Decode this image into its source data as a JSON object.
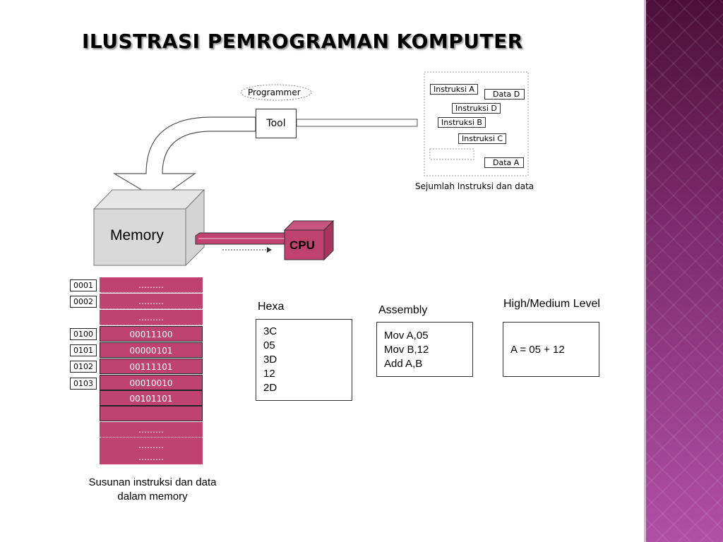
{
  "title": "ILUSTRASI  PEMROGRAMAN KOMPUTER",
  "diagram": {
    "programmer_label": "Programmer",
    "tool_label": "Tool",
    "memory_label": "Memory",
    "cpu_label": "CPU",
    "instructions_caption": "Sejumlah Instruksi dan data",
    "instruction_items": [
      "Instruksi A",
      "Data D",
      "Instruksi D",
      "Instruksi B",
      "Instruksi C",
      "Data A"
    ]
  },
  "memory_table": {
    "addresses": [
      "0001",
      "0002",
      "0100",
      "0101",
      "0102",
      "0103"
    ],
    "rows": [
      "………",
      "………",
      "………",
      "00011100",
      "00000101",
      "00111101",
      "00010010",
      "00101101",
      "",
      "………",
      "………",
      "………"
    ],
    "caption_line1": "Susunan instruksi dan data",
    "caption_line2": "dalam memory"
  },
  "hexa": {
    "heading": "Hexa",
    "lines": [
      "3C",
      "05",
      "3D",
      "12",
      "2D"
    ]
  },
  "assembly": {
    "heading": "Assembly",
    "lines": [
      "Mov A,05",
      "Mov B,12",
      "Add A,B"
    ]
  },
  "high_level": {
    "heading": "High/Medium Level",
    "lines": [
      "A = 05 + 12"
    ]
  },
  "colors": {
    "memory_fill": "#c0436f",
    "cpu_fill": "#c0436f",
    "side_panel": "#a24697"
  }
}
